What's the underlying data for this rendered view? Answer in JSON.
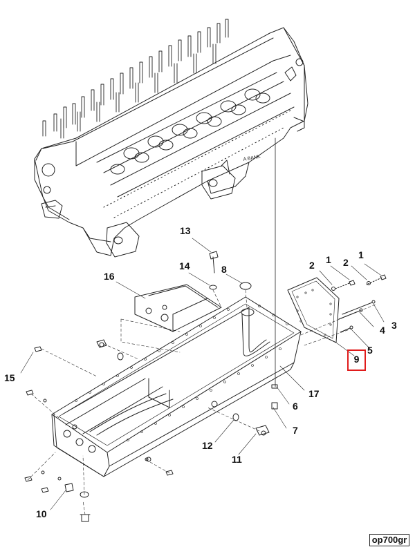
{
  "diagram": {
    "engine_marking": "A BANK",
    "callouts": [
      {
        "id": "c1a",
        "label": "1"
      },
      {
        "id": "c1b",
        "label": "1"
      },
      {
        "id": "c2a",
        "label": "2"
      },
      {
        "id": "c2b",
        "label": "2"
      },
      {
        "id": "c3",
        "label": "3"
      },
      {
        "id": "c4",
        "label": "4"
      },
      {
        "id": "c5",
        "label": "5"
      },
      {
        "id": "c6",
        "label": "6"
      },
      {
        "id": "c7",
        "label": "7"
      },
      {
        "id": "c8",
        "label": "8"
      },
      {
        "id": "c9",
        "label": "9",
        "highlighted": true
      },
      {
        "id": "c10",
        "label": "10"
      },
      {
        "id": "c11",
        "label": "11"
      },
      {
        "id": "c12",
        "label": "12"
      },
      {
        "id": "c13",
        "label": "13"
      },
      {
        "id": "c14",
        "label": "14"
      },
      {
        "id": "c15",
        "label": "15"
      },
      {
        "id": "c16",
        "label": "16"
      },
      {
        "id": "c17",
        "label": "17"
      }
    ],
    "figure_id": "op700gr",
    "highlight_color": "#e01b1b"
  }
}
